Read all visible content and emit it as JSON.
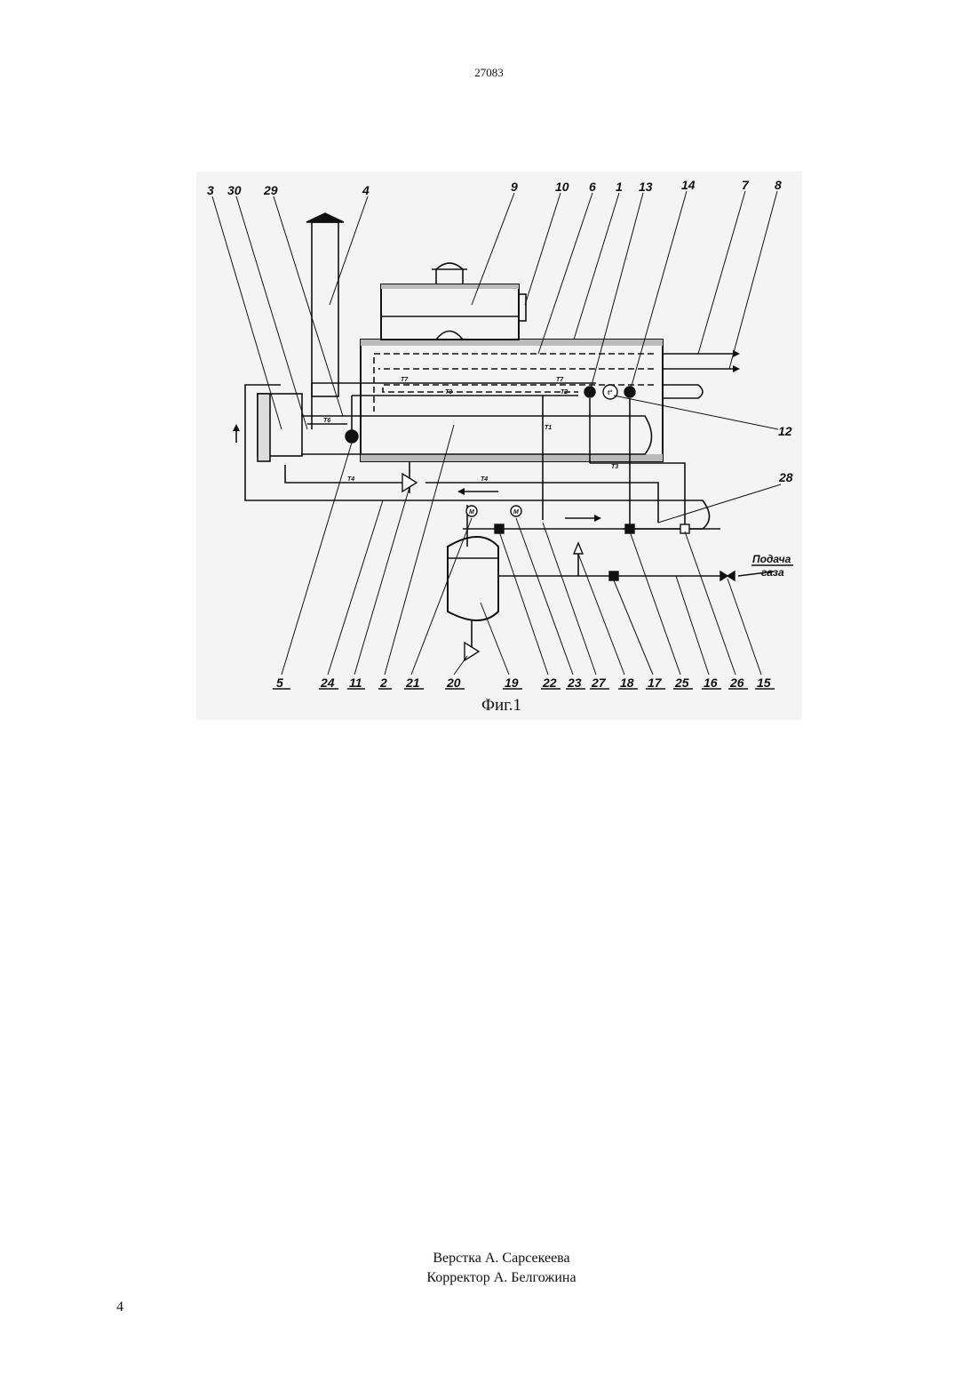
{
  "header": {
    "patent_number": "27083"
  },
  "figure": {
    "caption": "Фиг.1",
    "callouts": [
      "3",
      "30",
      "29",
      "4",
      "9",
      "10",
      "6",
      "1",
      "13",
      "14",
      "7",
      "8",
      "12",
      "28",
      "5",
      "24",
      "11",
      "2",
      "21",
      "20",
      "19",
      "22",
      "23",
      "27",
      "18",
      "17",
      "25",
      "16",
      "26",
      "15"
    ],
    "line_codes": {
      "t1": "T1",
      "t2": "T2",
      "t3": "T3",
      "t4": "T4",
      "t6": "T6",
      "t7": "T7"
    },
    "gas_supply_label": [
      "Подача",
      "газа"
    ],
    "thermo_label": "t°",
    "motor_label": "M"
  },
  "footer": {
    "layout_credit": "Верстка А. Сарсекеева",
    "corrector_credit": "Корректор А. Белгожина",
    "page_number": "4"
  }
}
